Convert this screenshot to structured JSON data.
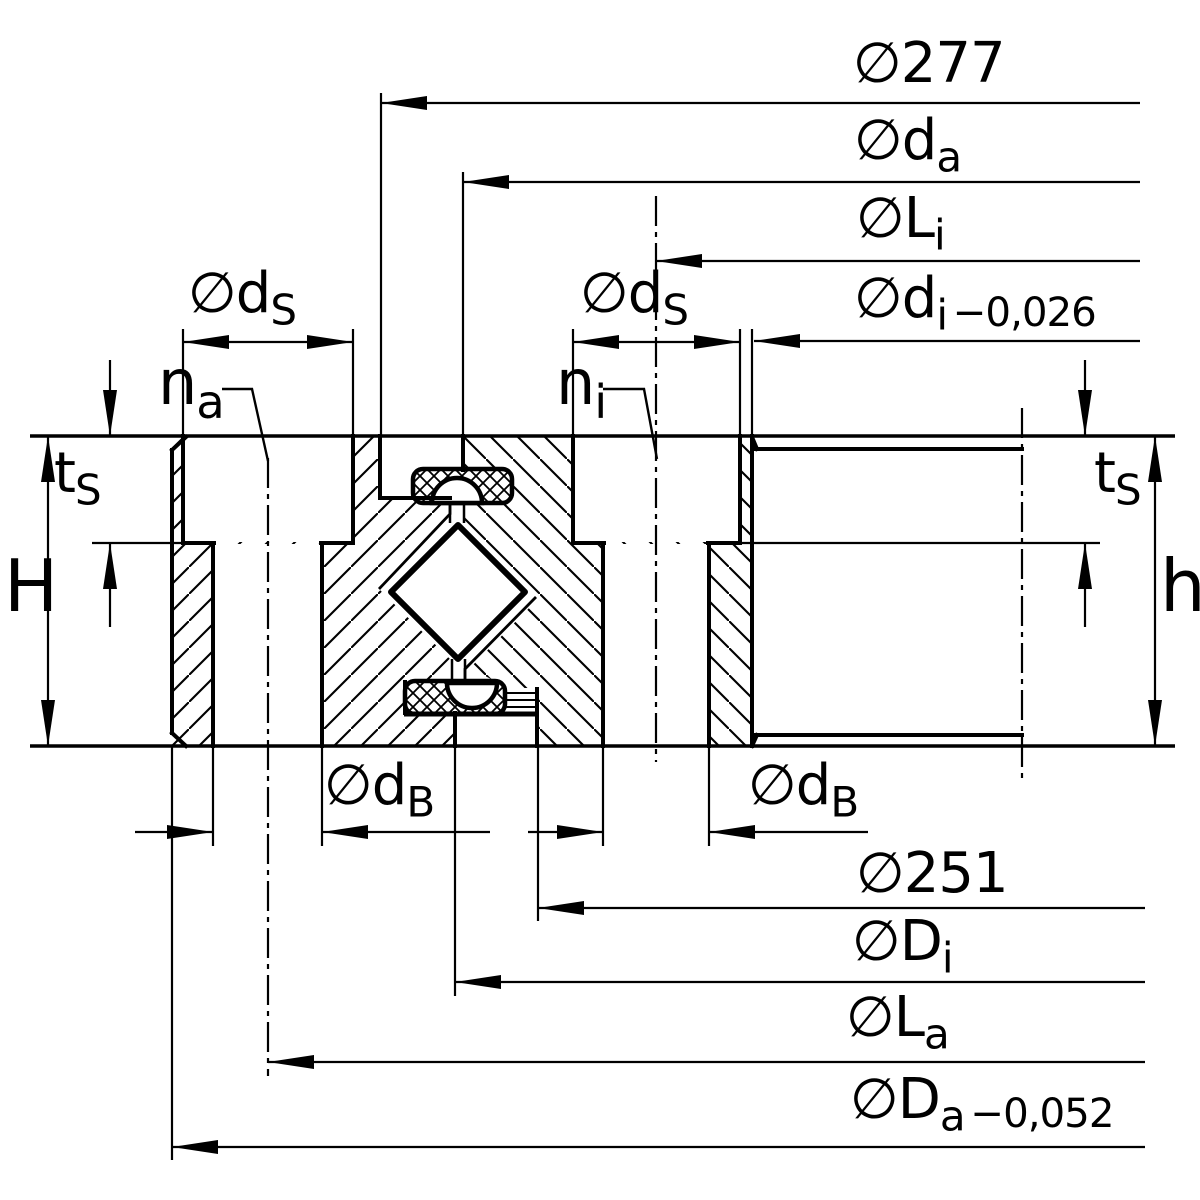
{
  "drawing": {
    "title": "crossed-roller slewing ring bearing cross-section",
    "background_color": "#ffffff",
    "line_color": "#000000",
    "labels": {
      "dia_277": {
        "prefix": "∅",
        "main": "277"
      },
      "dia_da": {
        "prefix": "∅",
        "main": "d",
        "sub": "a"
      },
      "dia_Li": {
        "prefix": "∅",
        "main": "L",
        "sub": "i"
      },
      "dia_di": {
        "prefix": "∅",
        "main": "d",
        "sub": "i",
        "tol": "−0,026"
      },
      "ds_left": {
        "prefix": "∅",
        "main": "d",
        "sub": "S"
      },
      "ds_right": {
        "prefix": "∅",
        "main": "d",
        "sub": "S"
      },
      "n_a": {
        "main": "n",
        "sub": "a"
      },
      "n_i": {
        "main": "n",
        "sub": "i"
      },
      "ts_left": {
        "main": "t",
        "sub": "S"
      },
      "ts_right": {
        "main": "t",
        "sub": "S"
      },
      "H_left": {
        "main": "H"
      },
      "h_right": {
        "main": "h"
      },
      "db_left": {
        "prefix": "∅",
        "main": "d",
        "sub": "B"
      },
      "db_right": {
        "prefix": "∅",
        "main": "d",
        "sub": "B"
      },
      "dia_251": {
        "prefix": "∅",
        "main": "251"
      },
      "dia_Di": {
        "prefix": "∅",
        "main": "D",
        "sub": "i"
      },
      "dia_La": {
        "prefix": "∅",
        "main": "L",
        "sub": "a"
      },
      "dia_Da": {
        "prefix": "∅",
        "main": "D",
        "sub": "a",
        "tol": "−0,052"
      }
    }
  }
}
